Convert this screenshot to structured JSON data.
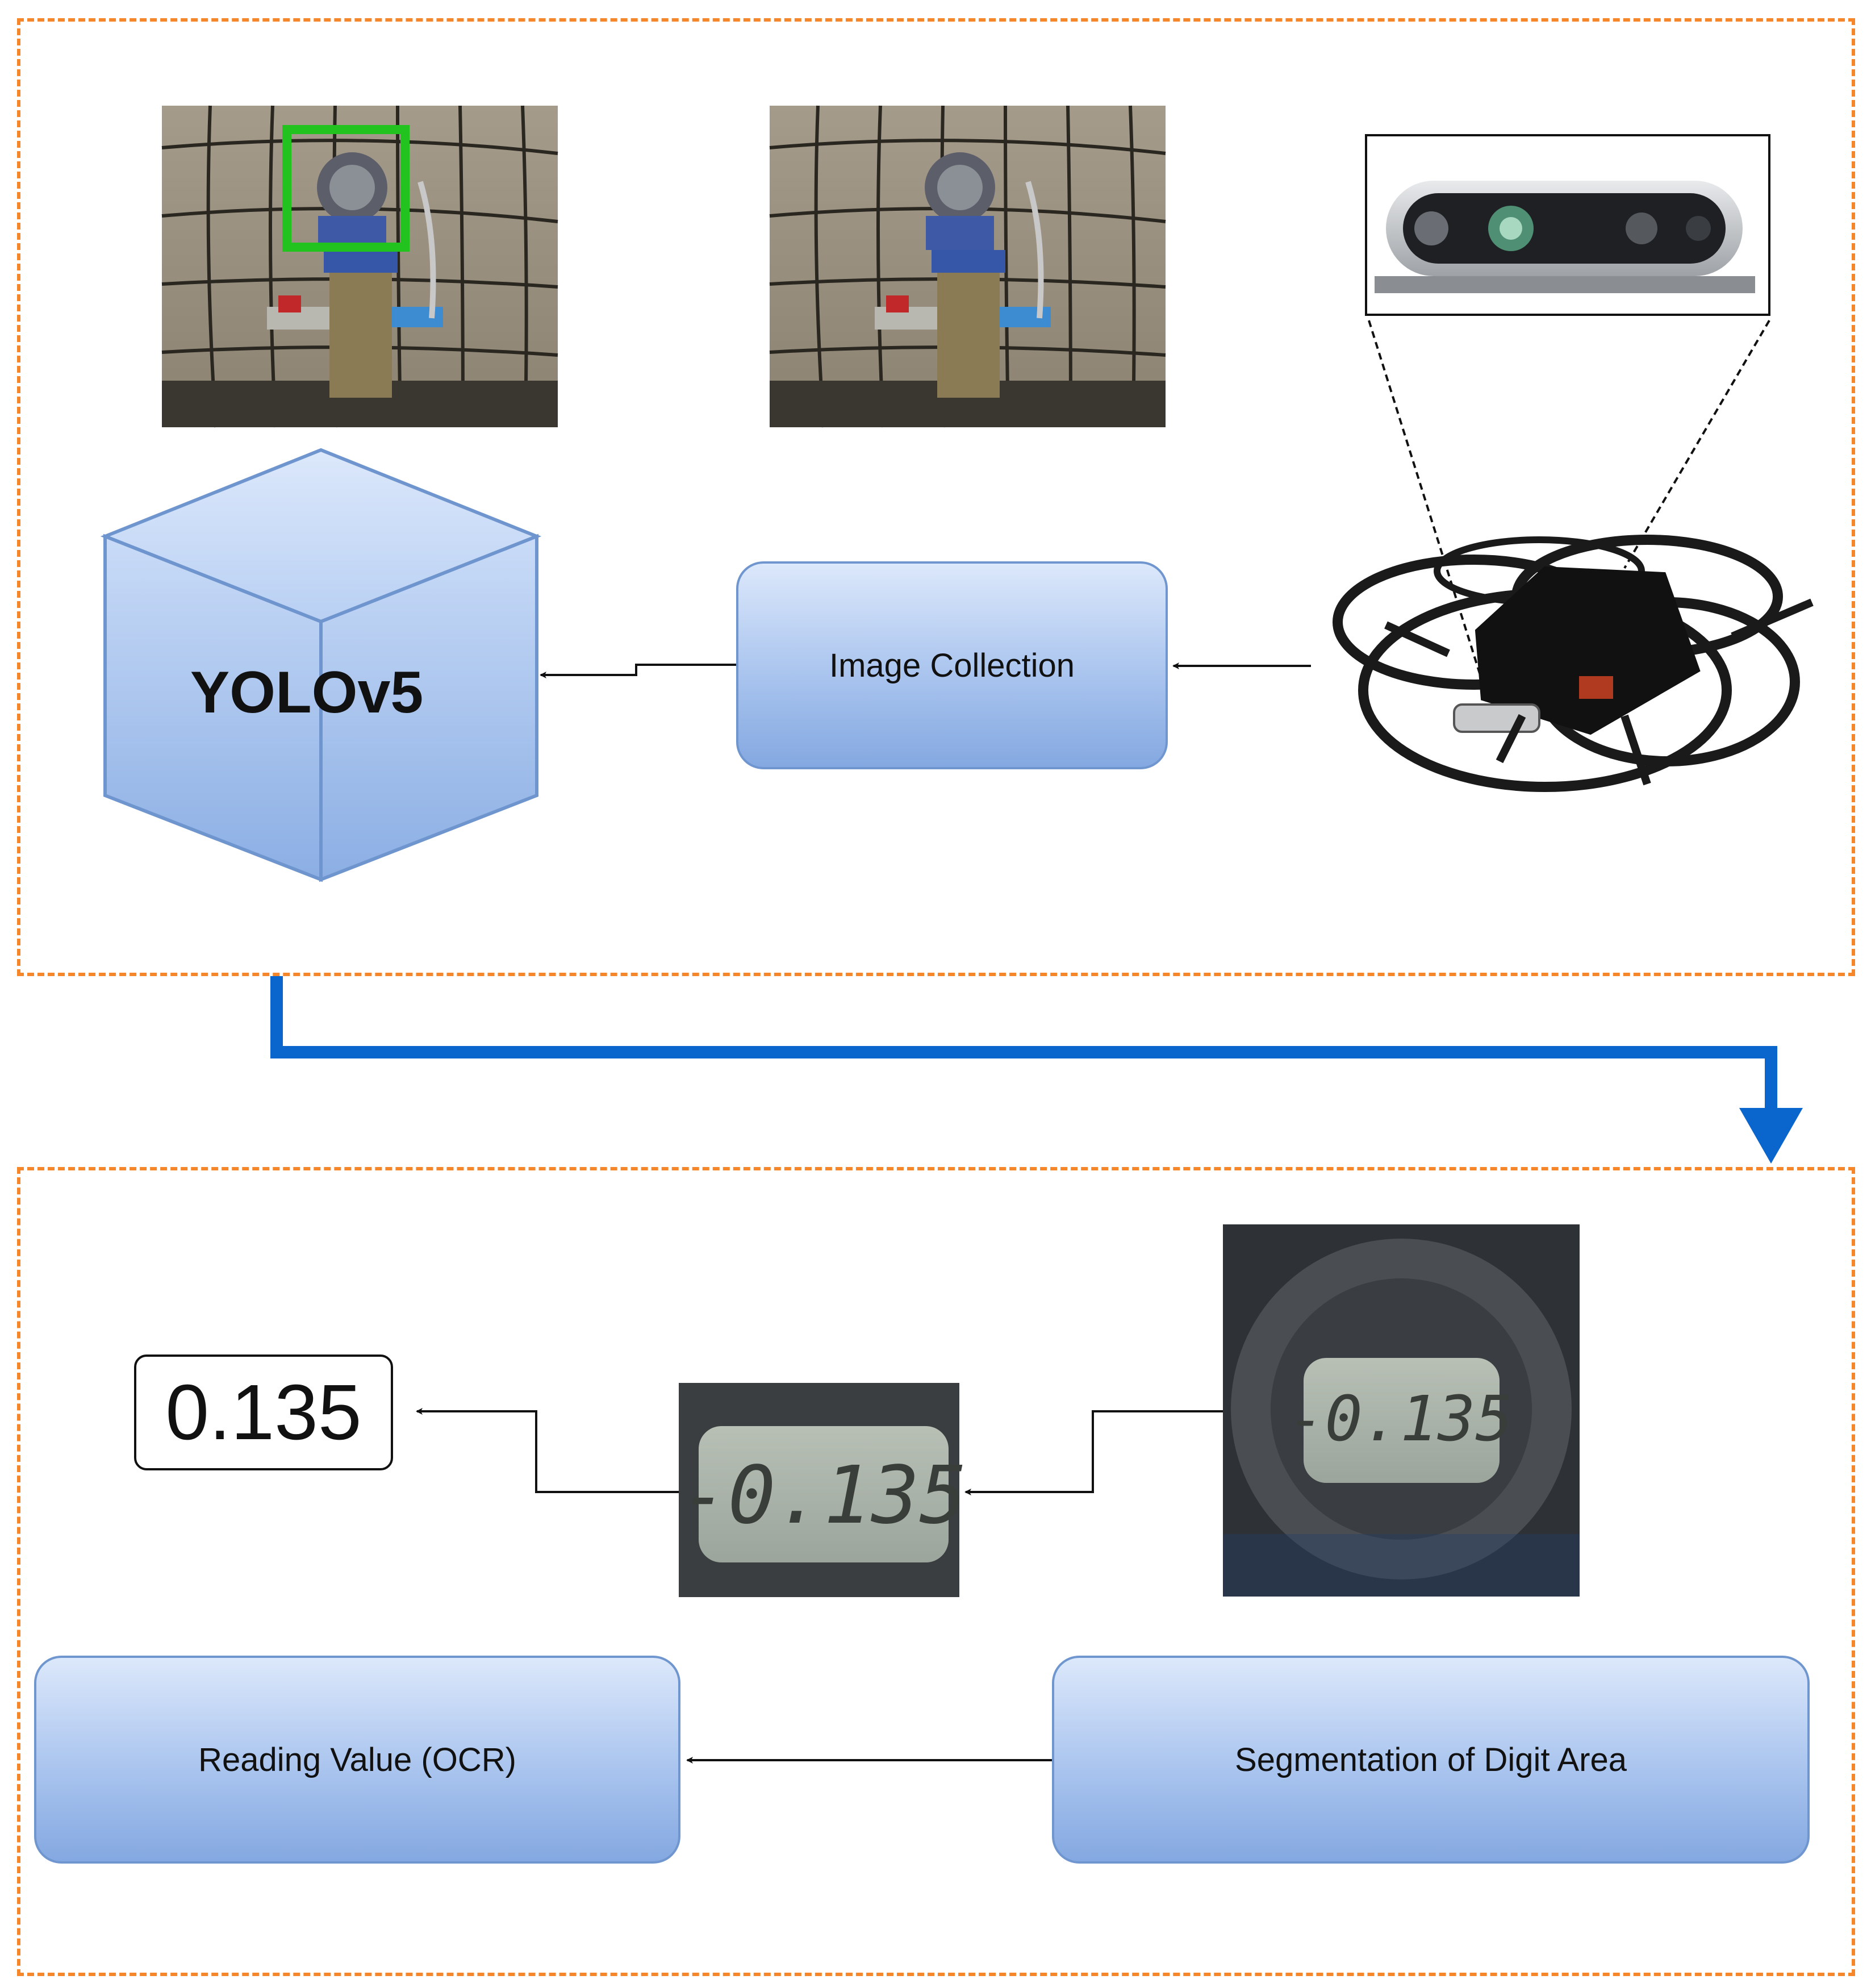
{
  "top_stage": {
    "model_label": "YOLOv5",
    "image_collection_label": "Image Collection"
  },
  "bottom_stage": {
    "reading_value_label": "Reading Value (OCR)",
    "segmentation_label": "Segmentation of Digit Area",
    "ocr_result": "0.135",
    "lcd_reading": "-0.135"
  },
  "colors": {
    "panel_border": "#F5862A",
    "flow_arrow": "#0A66CC",
    "detection_box": "#22C21F",
    "box_fill_top": "#DCE8FB",
    "box_fill_bottom": "#84A8E1",
    "box_border": "#7096CF"
  },
  "icons": [
    "transmitter-photo",
    "depth-camera-photo",
    "drone-photo",
    "lcd-display-photo",
    "lcd-crop-photo"
  ]
}
